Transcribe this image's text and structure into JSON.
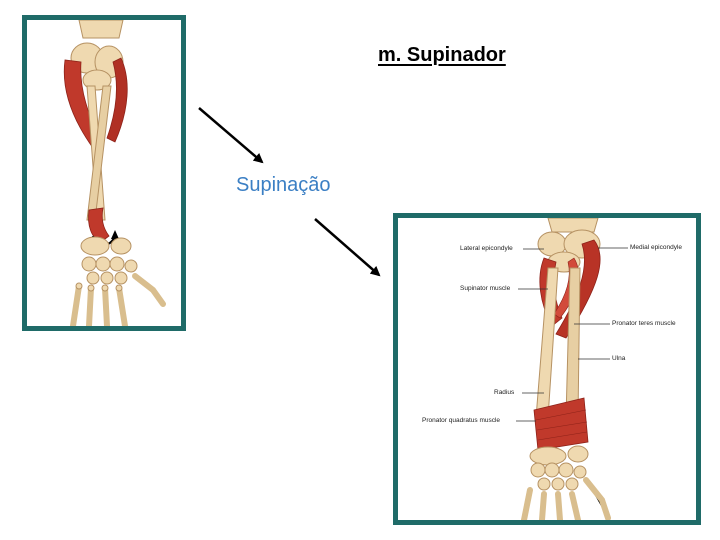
{
  "slide": {
    "title": "m. Supinador",
    "subtitle": "Supinação"
  },
  "colors": {
    "frame_border": "#1f6b68",
    "subtitle_text": "#3b7fc4",
    "muscle": "#c0392b",
    "bone": "#efd9b0"
  },
  "images": {
    "left": {
      "icon": "forearm-supination-illustration"
    },
    "right": {
      "icon": "forearm-anatomy-illustration"
    }
  },
  "labels": {
    "lateral_epicondyle": "Lateral epicondyle",
    "medial_epicondyle": "Medial epicondyle",
    "supinator_muscle": "Supinator muscle",
    "pronator_teres_muscle": "Pronator teres muscle",
    "ulna": "Ulna",
    "radius": "Radius",
    "pronator_quadratus_muscle": "Pronator quadratus muscle"
  }
}
